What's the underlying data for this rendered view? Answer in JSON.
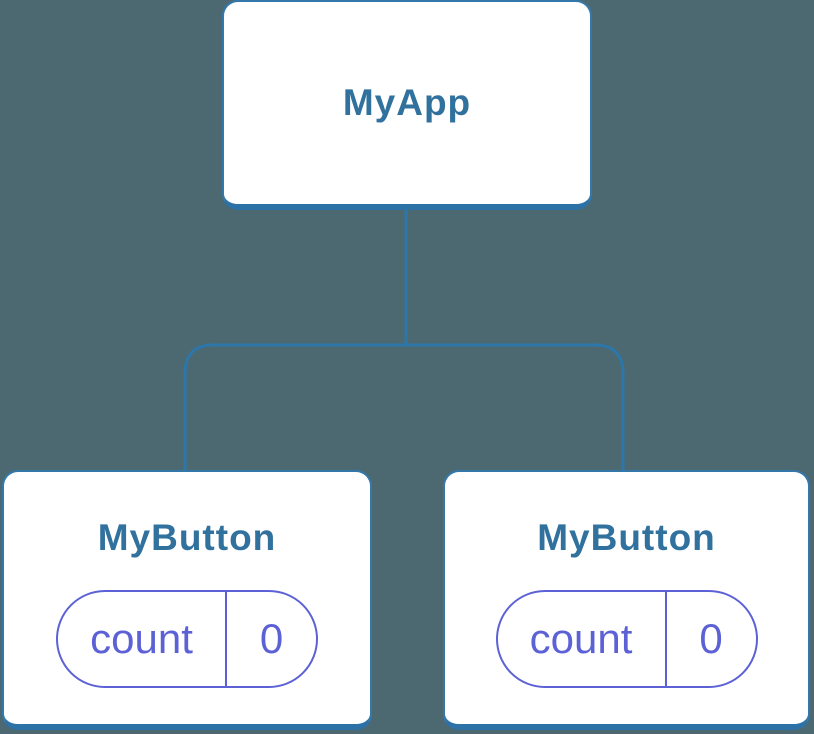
{
  "colors": {
    "background": "#4c6971",
    "card-fill": "#ffffff",
    "card-border": "#3478ab",
    "card-border-bottom": "#2d72a6",
    "connector": "#2d76a9",
    "node-label": "#31719e",
    "state-accent": "#5c62d6"
  },
  "tree": {
    "root": {
      "label": "MyApp"
    },
    "children": [
      {
        "label": "MyButton",
        "state": {
          "name": "count",
          "value": "0"
        }
      },
      {
        "label": "MyButton",
        "state": {
          "name": "count",
          "value": "0"
        }
      }
    ]
  }
}
